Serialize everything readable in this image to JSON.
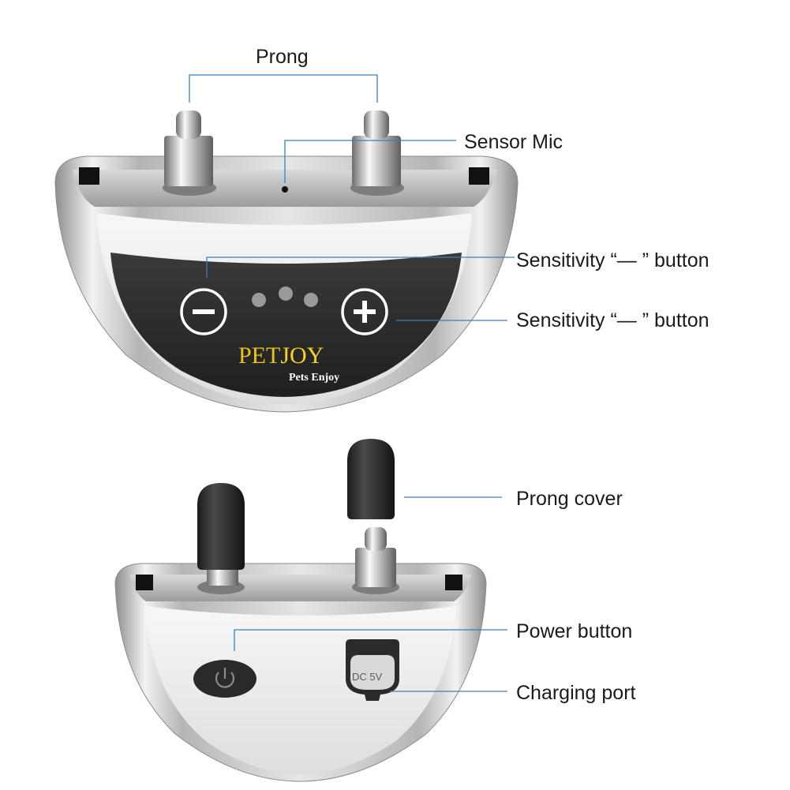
{
  "labels": {
    "prong": "Prong",
    "sensor_mic": "Sensor Mic",
    "sensitivity_minus": "Sensitivity “— ” button",
    "sensitivity_plus": "Sensitivity “— ” button",
    "prong_cover": "Prong cover",
    "power_button": "Power button",
    "charging_port": "Charging port"
  },
  "brand": {
    "name_part1": "PET",
    "name_part2": "JOY",
    "tagline": "Pets Enjoy"
  },
  "port_marking": "DC 5V",
  "colors": {
    "leader_line": "#3e7fb3",
    "front_panel": "#2b2b2b",
    "brand_yellow": "#f4d320",
    "body_silver": "#c9c9c9"
  }
}
